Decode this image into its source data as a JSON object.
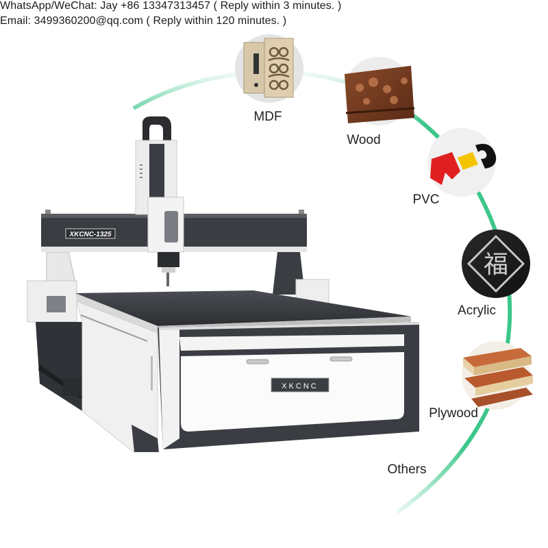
{
  "contact": {
    "whatsapp": "WhatsApp/WeChat: Jay +86 13347313457 ( Reply within 3 minutes. )",
    "email": "Email: 3499360200@qq.com ( Reply within 120 minutes. )"
  },
  "machine": {
    "gantry_label": "XKCNC-1325",
    "front_label": "XKCNC"
  },
  "materials": [
    {
      "label": "MDF",
      "icon": "mdf-panel-icon"
    },
    {
      "label": "Wood",
      "icon": "carved-wood-icon"
    },
    {
      "label": "PVC",
      "icon": "pvc-letters-icon"
    },
    {
      "label": "Acrylic",
      "icon": "acrylic-character-icon"
    },
    {
      "label": "Plywood",
      "icon": "plywood-stack-icon"
    },
    {
      "label": "Others",
      "icon": ""
    }
  ],
  "colors": {
    "arc": "#3cc68a",
    "machine_dark": "#3a3d42",
    "machine_white": "#f2f2f2"
  }
}
